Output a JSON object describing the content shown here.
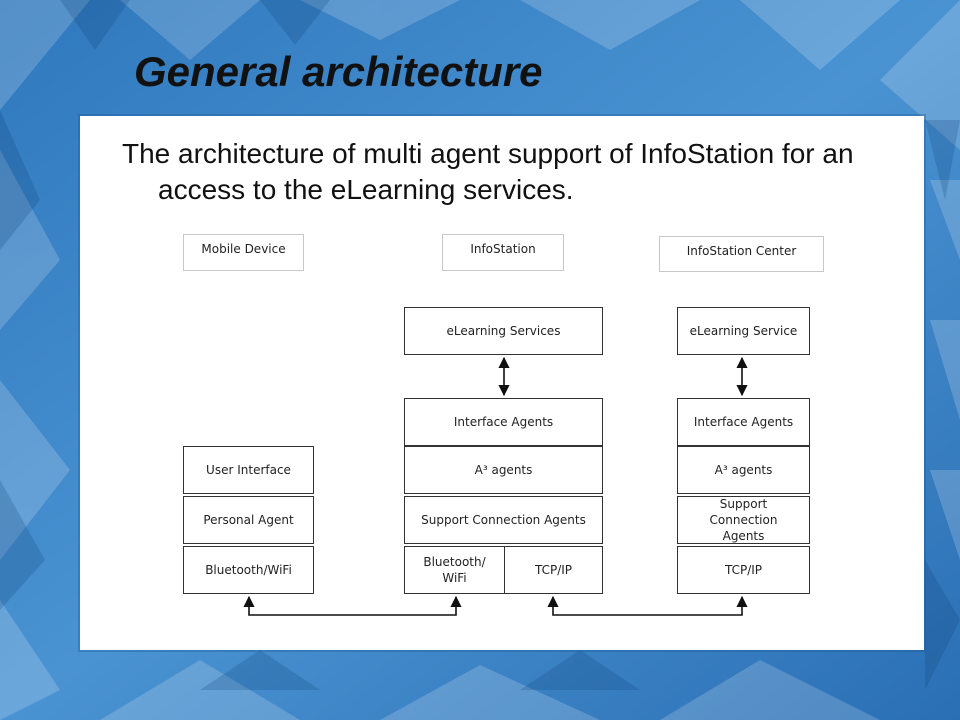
{
  "slide": {
    "title": "General architecture",
    "subtitle": "The architecture of multi agent support of InfoStation for an access to the eLearning services."
  },
  "diagram": {
    "headers": {
      "mobile": "Mobile Device",
      "infostation": "InfoStation",
      "center": "InfoStation Center"
    },
    "mobile": {
      "user_interface": "User Interface",
      "personal_agent": "Personal Agent",
      "bluetooth_wifi": "Bluetooth/WiFi"
    },
    "infostation": {
      "elearning_services": "eLearning Services",
      "interface_agents": "Interface Agents",
      "a3_agents": "A³ agents",
      "support_connection_agents": "Support Connection Agents",
      "bluetooth_wifi": "Bluetooth/ WiFi",
      "tcp_ip": "TCP/IP"
    },
    "center": {
      "elearning_service": "eLearning Service",
      "interface_agents": "Interface Agents",
      "a3_agents": "A³ agents",
      "support_connection_agents": "Support Connection Agents",
      "tcp_ip": "TCP/IP"
    }
  }
}
